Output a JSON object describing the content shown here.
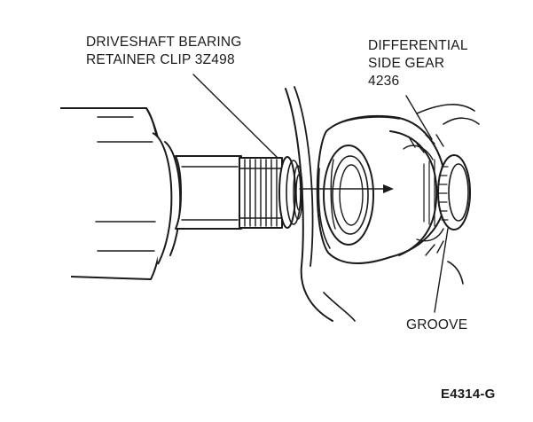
{
  "labels": {
    "retainer_clip_line1": "DRIVESHAFT BEARING",
    "retainer_clip_line2": "RETAINER CLIP 3Z498",
    "side_gear_line1": "DIFFERENTIAL",
    "side_gear_line2": "SIDE GEAR",
    "side_gear_line3": "4236",
    "groove": "GROOVE",
    "figure_id": "E4314-G"
  },
  "colors": {
    "ink": "#1a1a1a",
    "paper": "#ffffff"
  }
}
